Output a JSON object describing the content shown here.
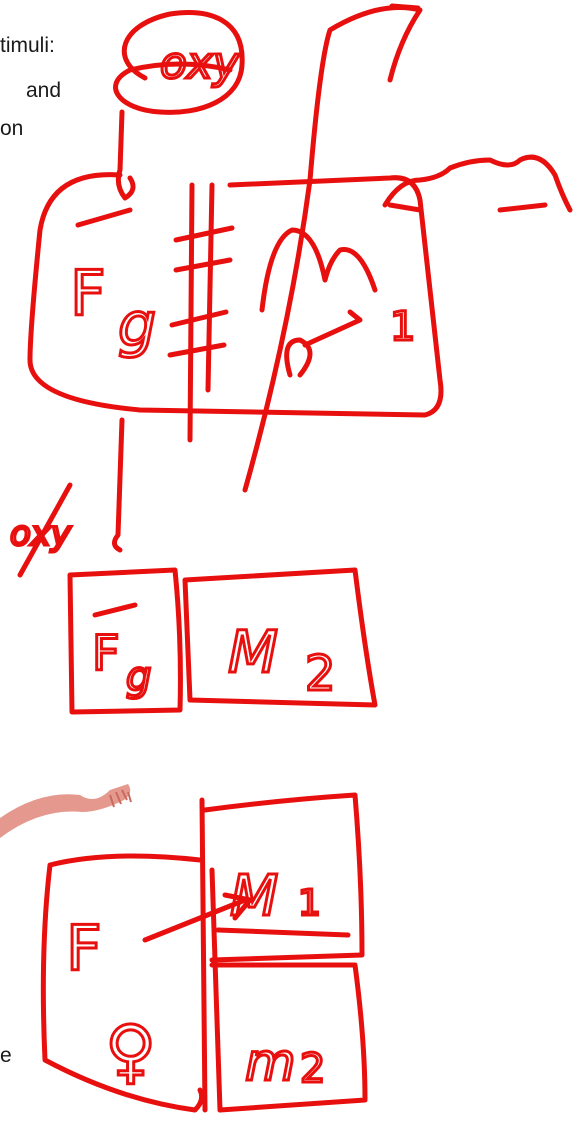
{
  "slide_text": {
    "line1": "timuli:",
    "line2": "and",
    "line3": "on",
    "line4": "e"
  },
  "ink_color": "#e8100f",
  "illustration_color": "#e0877a",
  "annotations": {
    "oxy_top": "oxy",
    "oxy_side": "oxy",
    "F_top": "F",
    "g_top": "g",
    "M1_top": "M",
    "M1_top_sub": "1",
    "F_mid": "F",
    "g_mid": "g",
    "M2_mid": "M",
    "M2_mid_sub": "2",
    "F_bottom": "F",
    "female_symbol": "♀",
    "M1_bottom": "M",
    "M1_bottom_sub": "1",
    "M2_bottom": "m",
    "M2_bottom_sub": "2"
  }
}
